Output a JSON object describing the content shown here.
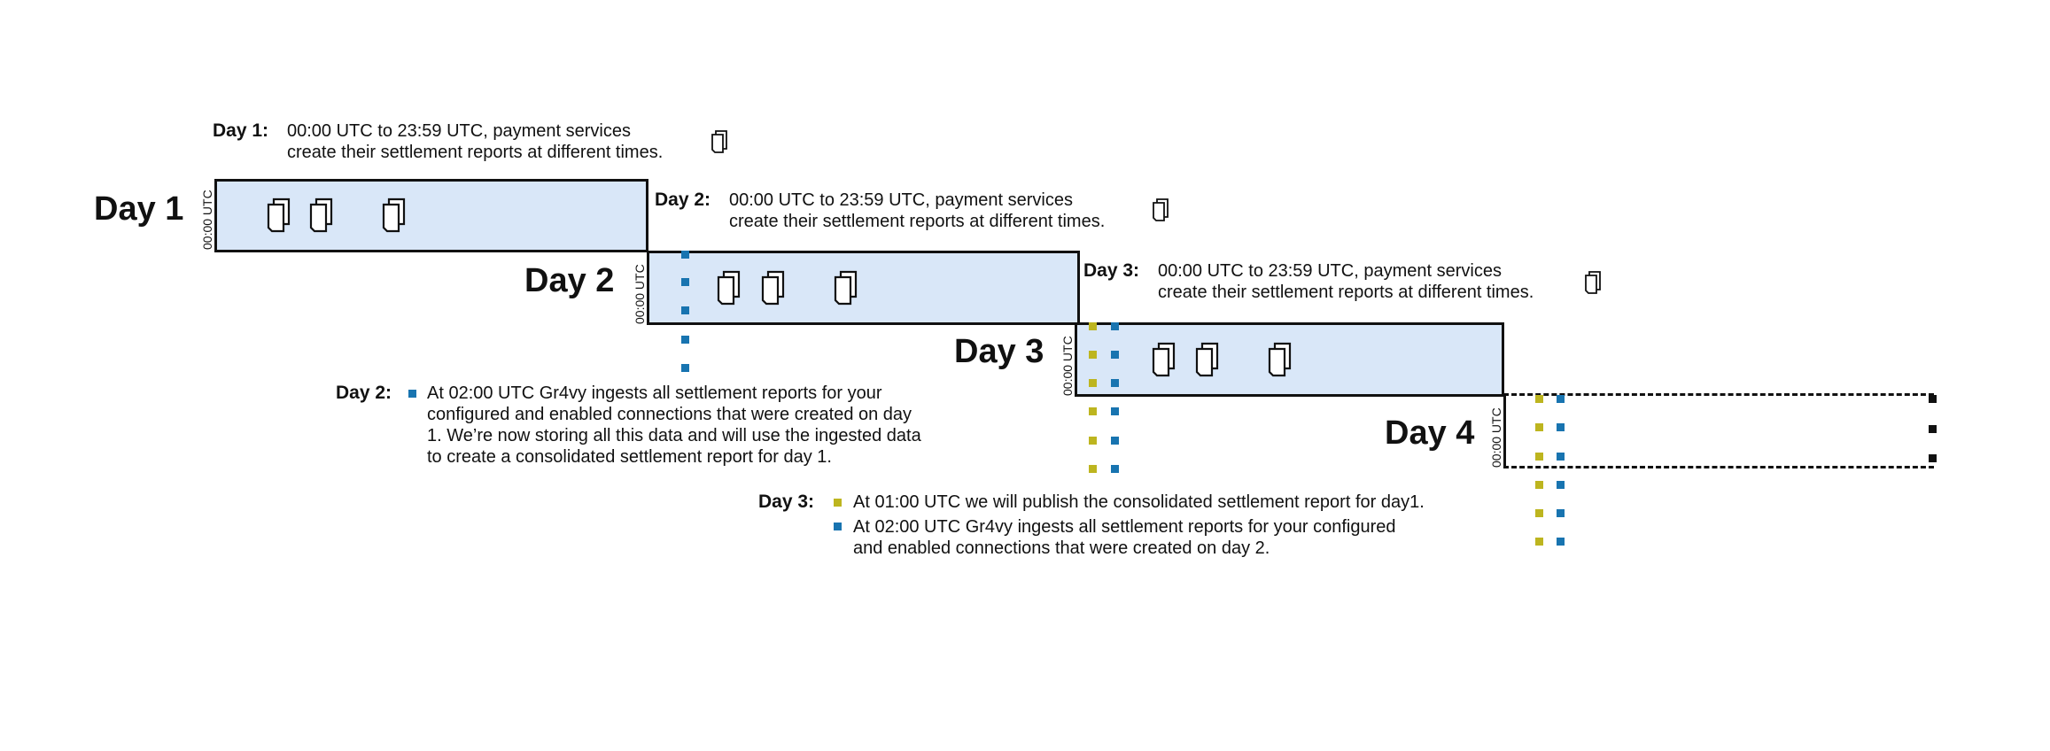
{
  "colors": {
    "bar_fill": "#d9e7f8",
    "border": "#111111",
    "blue_marker": "#1874b0",
    "olive_marker": "#bdb51f"
  },
  "icons": {
    "document": "document-stack-icon"
  },
  "days": [
    {
      "title": "Day 1",
      "utc_label": "00:00 UTC"
    },
    {
      "title": "Day 2",
      "utc_label": "00:00 UTC"
    },
    {
      "title": "Day 3",
      "utc_label": "00:00 UTC"
    },
    {
      "title": "Day 4",
      "utc_label": "00:00 UTC"
    }
  ],
  "report_notes": [
    {
      "label": "Day 1:",
      "line1": "00:00 UTC to 23:59 UTC, payment services",
      "line2": "create their settlement reports at different times."
    },
    {
      "label": "Day 2:",
      "line1": "00:00 UTC to 23:59 UTC, payment services",
      "line2": "create their settlement reports at different times."
    },
    {
      "label": "Day 3:",
      "line1": "00:00 UTC to 23:59 UTC, payment services",
      "line2": "create their settlement reports at different times."
    }
  ],
  "ingest_note_day2": {
    "label": "Day 2:",
    "lines": [
      "At 02:00 UTC Gr4vy ingests all settlement reports for your",
      "configured and enabled connections that were created on day",
      "1. We’re now storing all this data and will use the ingested data",
      "to create a consolidated settlement report for day 1."
    ]
  },
  "ingest_note_day3": {
    "label": "Day 3:",
    "item1": "At 01:00 UTC we will publish the consolidated settlement report for day1.",
    "item2_line1": "At 02:00 UTC Gr4vy ingests all settlement reports for your configured",
    "item2_line2": "and enabled connections that were created on day 2."
  }
}
